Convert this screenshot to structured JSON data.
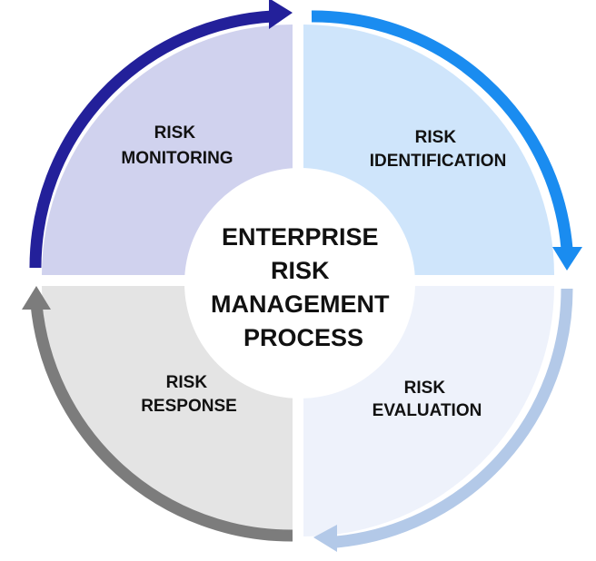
{
  "center": {
    "lines": [
      "ENTERPRISE",
      "RISK",
      "MANAGEMENT",
      "PROCESS"
    ]
  },
  "quadrants": {
    "monitoring": {
      "line1": "RISK",
      "line2": "MONITORING"
    },
    "identification": {
      "line1": "RISK",
      "line2": "IDENTIFICATION"
    },
    "evaluation": {
      "line1": "RISK",
      "line2": "EVALUATION"
    },
    "response": {
      "line1": "RISK",
      "line2": "RESPONSE"
    }
  },
  "colors": {
    "monitoring_fill": "#d0d2ee",
    "monitoring_arrow": "#23209a",
    "identification_fill": "#cfe5fb",
    "identification_arrow": "#1a8cf0",
    "evaluation_fill": "#eef2fb",
    "evaluation_arrow": "#b3c9e8",
    "response_fill": "#e4e4e4",
    "response_arrow": "#7c7c7c",
    "center_fill": "#ffffff"
  }
}
